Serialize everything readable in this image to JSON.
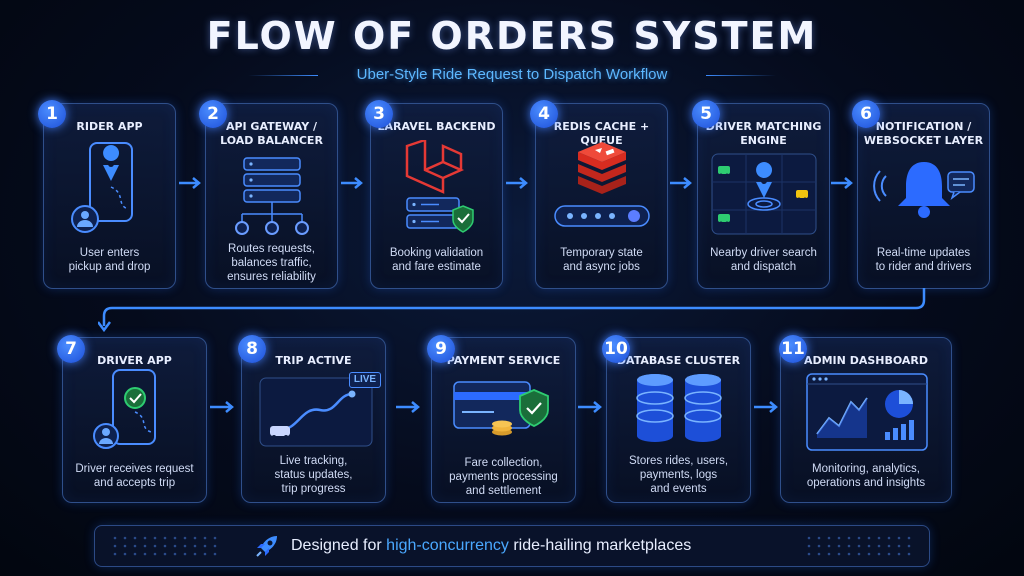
{
  "title": "FLOW OF ORDERS SYSTEM",
  "subtitle": "Uber-Style Ride Request to Dispatch Workflow",
  "steps": [
    {
      "num": "1",
      "title1": "RIDER APP",
      "title2": "",
      "desc": [
        "User enters",
        "pickup and drop"
      ],
      "icon": "phone-location-icon"
    },
    {
      "num": "2",
      "title1": "API GATEWAY /",
      "title2": "LOAD BALANCER",
      "desc": [
        "Routes requests,",
        "balances traffic,",
        "ensures reliability"
      ],
      "icon": "server-network-icon"
    },
    {
      "num": "3",
      "title1": "LARAVEL BACKEND",
      "title2": "",
      "desc": [
        "Booking validation",
        "and fare estimate"
      ],
      "icon": "laravel-server-icon"
    },
    {
      "num": "4",
      "title1": "REDIS CACHE + QUEUE",
      "title2": "",
      "desc": [
        "Temporary state",
        "and async jobs"
      ],
      "icon": "redis-queue-icon"
    },
    {
      "num": "5",
      "title1": "DRIVER MATCHING",
      "title2": "ENGINE",
      "desc": [
        "Nearby driver search",
        "and dispatch"
      ],
      "icon": "map-taxi-icon"
    },
    {
      "num": "6",
      "title1": "NOTIFICATION /",
      "title2": "WEBSOCKET LAYER",
      "desc": [
        "Real-time updates",
        "to rider and drivers"
      ],
      "icon": "bell-chat-icon"
    },
    {
      "num": "7",
      "title1": "DRIVER APP",
      "title2": "",
      "desc": [
        "Driver receives request",
        "and accepts trip"
      ],
      "icon": "phone-check-icon"
    },
    {
      "num": "8",
      "title1": "TRIP ACTIVE",
      "title2": "",
      "desc": [
        "Live tracking,",
        "status updates,",
        "trip progress"
      ],
      "icon": "live-route-icon",
      "live_label": "LIVE"
    },
    {
      "num": "9",
      "title1": "PAYMENT SERVICE",
      "title2": "",
      "desc": [
        "Fare collection,",
        "payments processing",
        "and settlement"
      ],
      "icon": "card-shield-icon"
    },
    {
      "num": "10",
      "title1": "DATABASE CLUSTER",
      "title2": "",
      "desc": [
        "Stores rides, users,",
        "payments, logs",
        "and events"
      ],
      "icon": "database-icon"
    },
    {
      "num": "11",
      "title1": "ADMIN DASHBOARD",
      "title2": "",
      "desc": [
        "Monitoring, analytics,",
        "operations and insights"
      ],
      "icon": "dashboard-chart-icon"
    }
  ],
  "footer": {
    "prefix": "Designed for ",
    "highlight": "high-concurrency",
    "suffix": " ride-hailing marketplaces",
    "icon": "rocket-icon"
  },
  "colors": {
    "accent": "#3d8cff",
    "highlight": "#4aa8ff",
    "background": "#050b1c",
    "laravel_red": "#e53935",
    "redis_red": "#d82c20",
    "check_green": "#2ecc71"
  }
}
